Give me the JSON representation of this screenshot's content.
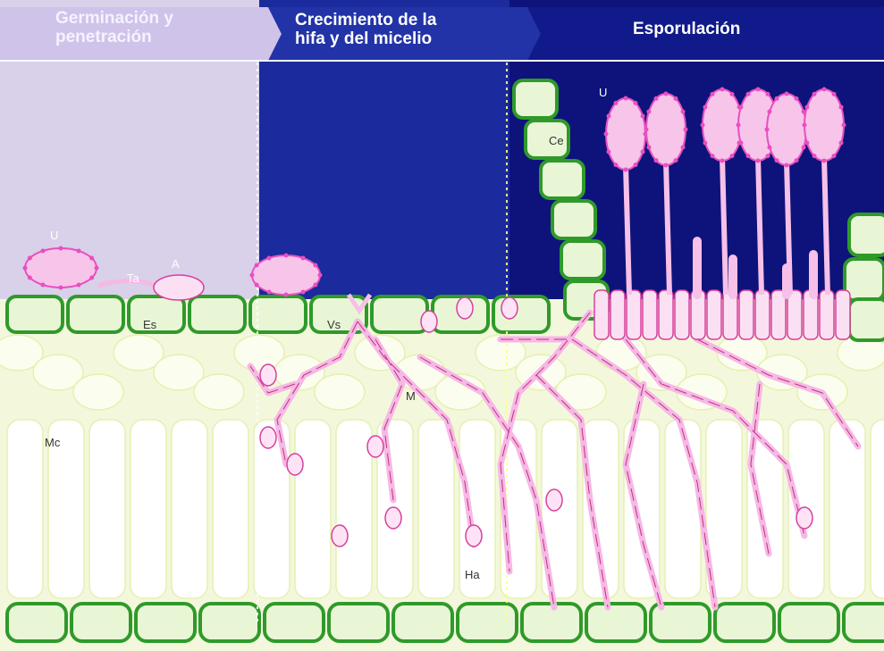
{
  "stages": [
    {
      "title": "Germinación y\npenetración"
    },
    {
      "title": "Crecimiento de la\nhifa y del micelio"
    },
    {
      "title": "Esporulación"
    }
  ],
  "labels": {
    "U_left": "U",
    "Ta": "Ta",
    "A": "A",
    "Es": "Es",
    "Vs": "Vs",
    "Mc": "Mc",
    "M": "M",
    "Ha": "Ha",
    "Ce": "Ce",
    "U_right": "U"
  },
  "colors": {
    "germination_bg": "#d9d0ea",
    "header_strip_1": "#cfc3ea",
    "growth_bg": "#1b2a9c",
    "sporulation_bg": "#0d137a",
    "epidermis": "#2f9a2a",
    "mesophyll": "#f3f8dc",
    "hypha": "#f6b8e6",
    "spore": "#e84fbf"
  }
}
